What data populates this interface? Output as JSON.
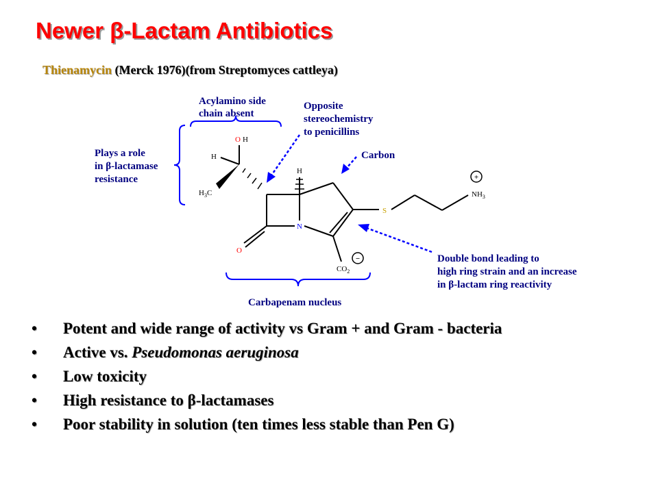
{
  "slide": {
    "title": "Newer β-Lactam Antibiotics",
    "subtitle": {
      "drug": "Thienamycin",
      "rest": " (Merck 1976)(from Streptomyces cattleya)"
    }
  },
  "diagram": {
    "annotations": {
      "acylamino_line1": "Acylamino side",
      "acylamino_line2": "chain absent",
      "opposite_line1": "Opposite",
      "opposite_line2": "stereochemistry",
      "opposite_line3": "to penicillins",
      "plays_line1": "Plays a role",
      "plays_line2": "in β-lactamase",
      "plays_line3": "resistance",
      "carbon": "Carbon",
      "double_line1": "Double bond leading to",
      "double_line2": "high ring strain and an increase",
      "double_line3": "in β-lactam ring reactivity",
      "carbapenem": "Carbapenam nucleus"
    },
    "atoms": {
      "oh_o": "O",
      "oh_h": "H",
      "h_left": "H",
      "h3c": "H",
      "h3c_sub": "3",
      "h3c_c": "C",
      "h_top": "H",
      "n": "N",
      "o_carbonyl": "O",
      "s": "S",
      "nh3": "NH",
      "nh3_sub": "3",
      "plus": "+",
      "co2": "CO",
      "co2_sub": "2",
      "minus": "−"
    },
    "colors": {
      "annotation": "#000080",
      "arrow": "#0000ff",
      "oxygen": "#ff0000",
      "nitrogen": "#0000ff",
      "sulfur": "#c8a000"
    }
  },
  "bullets": [
    {
      "bullet": "•",
      "text": "Potent and wide range of activity vs Gram + and Gram - bacteria"
    },
    {
      "bullet": "•",
      "text": "Active vs. ",
      "italic": "Pseudomonas aeruginosa"
    },
    {
      "bullet": "•",
      "text": "Low toxicity"
    },
    {
      "bullet": "•",
      "text": "High resistance to β-lactamases"
    },
    {
      "bullet": "•",
      "text": "Poor stability in solution (ten times less stable than Pen G)"
    }
  ]
}
